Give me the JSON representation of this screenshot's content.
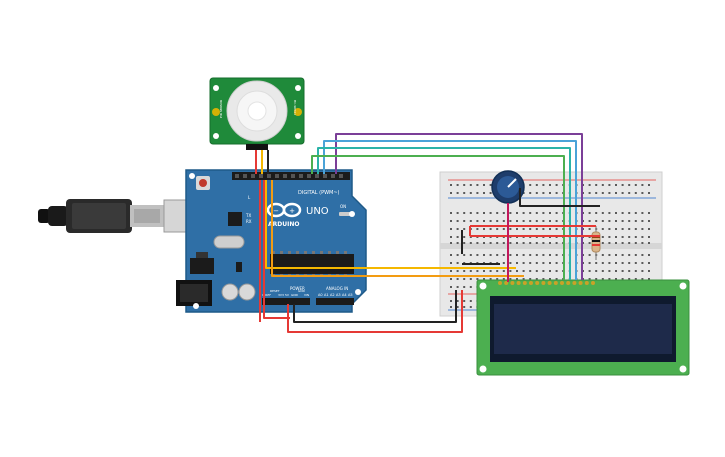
{
  "colors": {
    "background": "#ffffff",
    "arduino_board": "#2f6fa6",
    "breadboard": "#e8e8e8",
    "lcd_pcb": "#4caf50",
    "lcd_screen": "#1e2a4a",
    "pir_pcb": "#1f8a3a",
    "wire_purple": "#7b3f98",
    "wire_blue": "#4aa3d8",
    "wire_teal": "#2bb3a8",
    "wire_green": "#4caf50",
    "wire_red": "#e53935",
    "wire_black": "#222222",
    "wire_yellow": "#f5b800",
    "wire_orange": "#f39c12"
  },
  "arduino": {
    "logo_text": "ARDUINO",
    "model_text": "UNO",
    "digital_label": "DIGITAL (PWM~)",
    "power_label": "POWER",
    "analog_label": "ANALOG IN",
    "analog_pins": [
      "A0",
      "A1",
      "A2",
      "A3",
      "A4",
      "A5"
    ],
    "power_pins": [
      "IOREF",
      "RESET",
      "3V3",
      "5V",
      "GND",
      "GND",
      "VIN"
    ],
    "on_label": "ON",
    "tx_label": "TX",
    "rx_label": "RX",
    "l_label": "L"
  },
  "pir_sensor": {
    "left_text": "PIR SENSOR",
    "right_text": "HC-SR501"
  },
  "icons": {
    "usb": "usb-cable-icon",
    "potentiometer": "potentiometer-icon",
    "resistor": "resistor-icon"
  }
}
